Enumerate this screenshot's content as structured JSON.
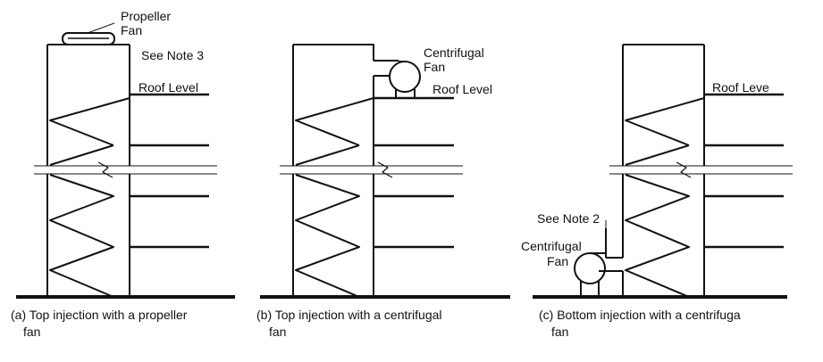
{
  "panels": [
    {
      "caption_line1": "(a) Top injection with a propeller",
      "caption_line2": "fan",
      "fan_label_line1": "Propeller",
      "fan_label_line2": "Fan",
      "note": "See Note 3",
      "roof_label": "Roof Level"
    },
    {
      "caption_line1": "(b) Top injection with a centrifugal",
      "caption_line2": "fan",
      "fan_label_line1": "Centrifugal",
      "fan_label_line2": "Fan",
      "roof_label": "Roof Level"
    },
    {
      "caption_line1": "(c) Bottom injection with a centrifuga",
      "caption_line2": "fan",
      "fan_label_line1": "Centrifugal",
      "fan_label_line2": "Fan",
      "note": "See Note 2",
      "roof_label": "Roof Leve"
    }
  ],
  "icons": {
    "propeller_fan": "propeller-fan-icon",
    "centrifugal_fan": "centrifugal-fan-icon",
    "break_mark": "break-symbol-icon"
  },
  "colors": {
    "line": "#111111",
    "background": "#ffffff"
  }
}
